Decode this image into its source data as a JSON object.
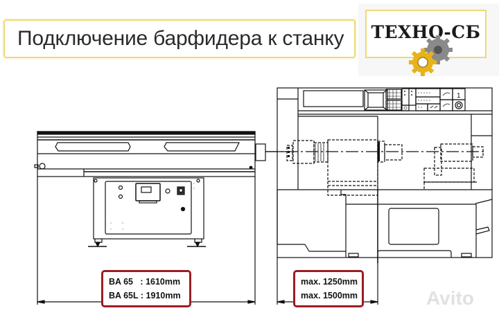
{
  "header": {
    "title": "Подключение барфидера к станку"
  },
  "logo": {
    "text": "ТЕХНО-СБ",
    "icon": "gears-icon",
    "colors": {
      "gear_yellow": "#e8b21a",
      "gear_gray": "#8a8a8a",
      "border": "#ecd978"
    }
  },
  "bar_feeder": {
    "label_box": {
      "rows": [
        {
          "model": "BA 65 ",
          "sep": ":",
          "length": "1610mm"
        },
        {
          "model": "BA 65L",
          "sep": ":",
          "length": "1910mm"
        }
      ]
    }
  },
  "lathe": {
    "label_box": {
      "rows": [
        {
          "text": "max. 1250mm"
        },
        {
          "text": "max. 1500mm"
        }
      ]
    }
  },
  "watermark": {
    "text": "Avito"
  },
  "colors": {
    "label_border": "#9b1c24",
    "line": "#111111"
  }
}
